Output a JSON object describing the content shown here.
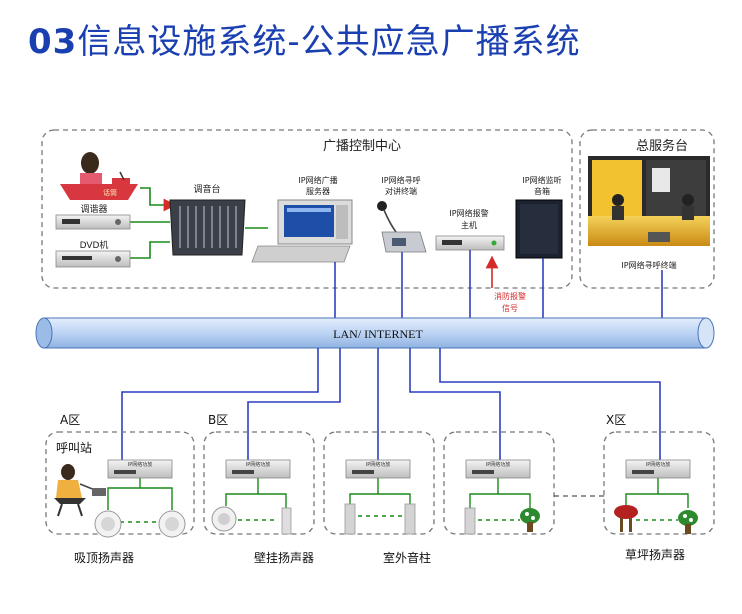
{
  "title": {
    "number": "03",
    "text": "信息设施系统-公共应急广播系统"
  },
  "control_center": {
    "label": "广播控制中心",
    "devices": {
      "mic_label": "话筒",
      "tuner": "调谐器",
      "dvd": "DVD机",
      "mixer": "调音台",
      "ip_broadcast_server": [
        "IP网络广播",
        "服务器"
      ],
      "ip_intercom": [
        "IP网络寻呼",
        "对讲终端"
      ],
      "ip_alarm_host": [
        "IP网络报警",
        "主机"
      ],
      "ip_monitor_speaker": [
        "IP网络监听",
        "音箱"
      ]
    },
    "fire_alarm": [
      "消防报警",
      "信号"
    ]
  },
  "service_desk": {
    "label": "总服务台",
    "terminal": "IP网络寻呼终端"
  },
  "network": {
    "label": "LAN/ INTERNET"
  },
  "zones": {
    "a": "A区",
    "b": "B区",
    "x": "X区",
    "call_station": "呼叫站",
    "amp_label": "IP网络功放"
  },
  "speakers": {
    "ceiling": "吸顶扬声器",
    "wall": "壁挂扬声器",
    "column": "室外音柱",
    "lawn": "草坪扬声器"
  },
  "colors": {
    "title": "#1a3fb0",
    "link": "#2f3fbf",
    "audio": "#1a8a1a",
    "alarm": "#d42a2a",
    "pipe": "#bcd4f4"
  }
}
